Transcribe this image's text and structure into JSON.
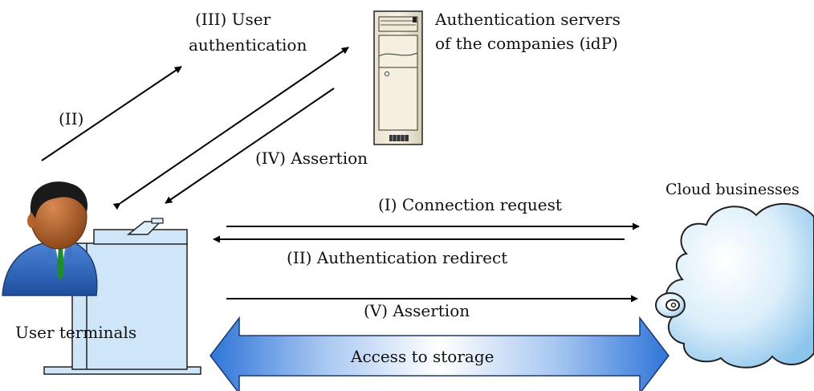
{
  "labels": {
    "step_ii_up": "(II)",
    "step_iii_line1": "(III) User",
    "step_iii_line2": "authentication",
    "server_line1": "Authentication servers",
    "server_line2": "of the companies (idP)",
    "step_iv": "(IV) Assertion",
    "cloud": "Cloud businesses",
    "connection_request": "(I) Connection request",
    "auth_redirect": "(II) Authentication redirect",
    "assertion_v": "(V) Assertion",
    "user_terminals": "User terminals",
    "access_storage": "Access to storage"
  }
}
